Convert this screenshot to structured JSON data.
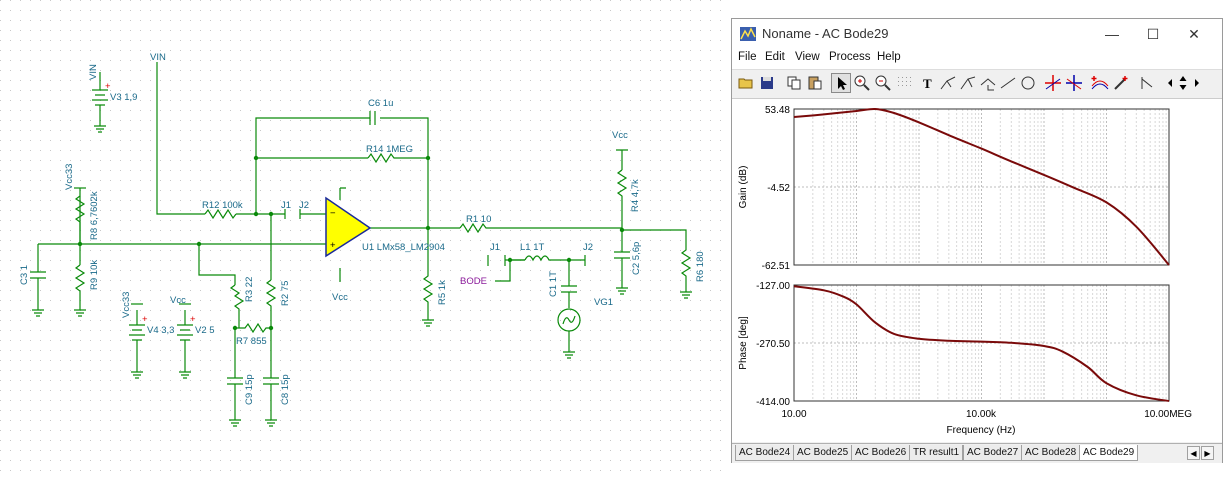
{
  "schematic": {
    "labels": {
      "vin_top": "VIN",
      "vin_source": "VIN",
      "v3": "V3 1,9",
      "c6": "C6 1u",
      "r14": "R14 1MEG",
      "vcc33_left": "Vcc33",
      "r8": "R8 6,7602k",
      "r12": "R12 100k",
      "j1_left": "J1",
      "j2_left": "J2",
      "u1": "U1 LMx58_LM2904",
      "vcc_opamp": "Vcc",
      "r1": "R1 10",
      "j1_right": "J1",
      "l1": "L1 1T",
      "j2_right": "J2",
      "bode": "BODE",
      "c1": "C1 1T",
      "vg1": "VG1",
      "vcc_right": "Vcc",
      "r4": "R4 4,7k",
      "c2": "C2 5,6p",
      "r6": "R6 180",
      "c3": "C3 1",
      "r9": "R9 10k",
      "r3": "R3 22",
      "r2": "R2 75",
      "r5": "R5 1k",
      "vcc33_bottom": "Vcc33",
      "v4": "V4 3,3",
      "vcc_bottom": "Vcc",
      "v2": "V2 5",
      "r7": "R7 855",
      "c9": "C9 15p",
      "c8": "C8 15p"
    }
  },
  "window": {
    "title": "Noname - AC Bode29",
    "controls": {
      "minimize": "—",
      "maximize": "☐",
      "close": "✕"
    },
    "menu": [
      "File",
      "Edit",
      "View",
      "Process",
      "Help"
    ],
    "toolbar_icons": [
      "open-icon",
      "save-icon",
      "copy-icon",
      "paste-icon",
      "pointer-icon",
      "zoom-in-icon",
      "zoom-out-icon",
      "grid-icon",
      "text-icon",
      "cursor-a-icon",
      "cursor-b-icon",
      "marker-icon",
      "line-icon",
      "circle-icon",
      "cursor-a-cross-icon",
      "cursor-b-cross-icon",
      "add-curve-icon",
      "probe-icon",
      "arrow-icon",
      "scroll-left-icon",
      "scroll-updown-icon",
      "scroll-right-icon"
    ],
    "tabs": [
      "AC Bode24",
      "AC Bode25",
      "AC Bode26",
      "TR result1",
      "AC Bode27",
      "AC Bode28",
      "AC Bode29"
    ],
    "active_tab": "AC Bode29"
  },
  "chart_data": [
    {
      "type": "line",
      "ylabel": "Gain (dB)",
      "x_scale": "log",
      "xlim": [
        10,
        10000000
      ],
      "ylim": [
        -62.51,
        53.48
      ],
      "y_ticks": [
        "53.48",
        "-4.52",
        "-62.51"
      ],
      "grid": true,
      "color": "#7a0a0a",
      "series": [
        {
          "x": [
            10,
            30,
            100,
            200,
            400,
            1000,
            3000,
            10000,
            30000,
            100000,
            300000,
            1000000,
            3000000,
            10000000
          ],
          "y": [
            47.5,
            49.5,
            52.0,
            53.48,
            50.5,
            43.5,
            34.0,
            24.0,
            14.5,
            4.5,
            -5.0,
            -16.0,
            -34.0,
            -62.51
          ]
        }
      ]
    },
    {
      "type": "line",
      "xlabel": "Frequency (Hz)",
      "ylabel": "Phase [deg]",
      "x_scale": "log",
      "xlim": [
        10,
        10000000
      ],
      "ylim": [
        -414.0,
        -127.0
      ],
      "x_ticks": [
        "10.00",
        "10.00k",
        "10.00MEG"
      ],
      "y_ticks": [
        "-127.00",
        "-270.50",
        "-414.00"
      ],
      "grid": true,
      "color": "#7a0a0a",
      "series": [
        {
          "x": [
            10,
            30,
            60,
            100,
            200,
            400,
            1000,
            3000,
            10000,
            30000,
            100000,
            200000,
            500000,
            1000000,
            3000000,
            10000000
          ],
          "y": [
            -130,
            -140,
            -155,
            -175,
            -220,
            -248,
            -260,
            -265,
            -267,
            -270,
            -278,
            -292,
            -330,
            -370,
            -400,
            -414
          ]
        }
      ]
    }
  ]
}
